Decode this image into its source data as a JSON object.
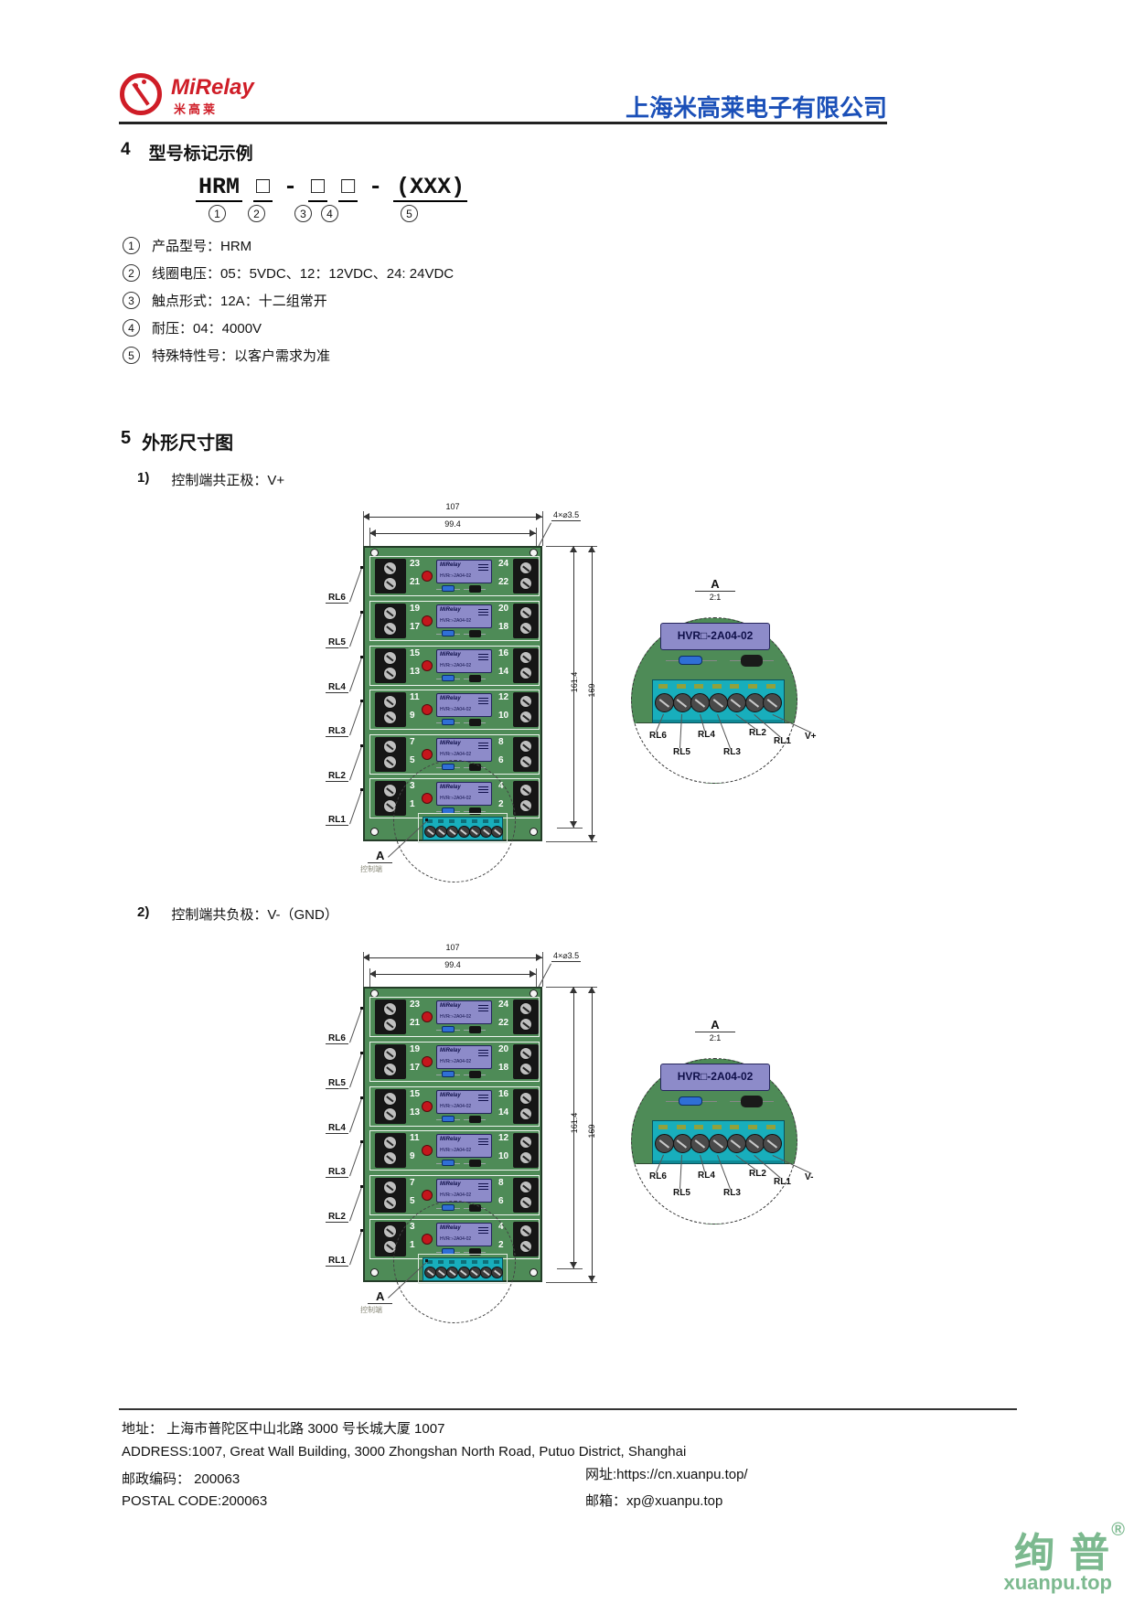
{
  "header": {
    "logo_text": "MiRelay",
    "logo_sub": "米高莱",
    "company_name": "上海米高莱电子有限公司"
  },
  "colors": {
    "logo_red": "#cf1d27",
    "company_blue": "#1b50b8",
    "pcb_green": "#4e8b57",
    "pcb_border": "#243c28",
    "relay_purple": "#8d8bc9",
    "relay_text": "#10104a",
    "teal": "#18aebc",
    "teal_border": "#0a525c",
    "pad_olive": "#93a13b",
    "led_red": "#c4161c",
    "resistor_blue": "#2f6fd6",
    "watermark_green": "#7cb98f"
  },
  "section4": {
    "number": "4",
    "title": "型号标记示例",
    "model_code": {
      "parts": [
        {
          "t": "HRM",
          "u": true
        },
        {
          "t": "□",
          "u": true
        },
        {
          "t": "-",
          "u": false
        },
        {
          "t": "□",
          "u": true
        },
        {
          "t": "□",
          "u": true
        },
        {
          "t": "-",
          "u": false
        },
        {
          "t": "(XXX)",
          "u": true
        }
      ]
    },
    "position_markers": [
      "1",
      "2",
      "3",
      "4",
      "5"
    ],
    "items": [
      {
        "n": "1",
        "text": "产品型号：HRM"
      },
      {
        "n": "2",
        "text": "线圈电压：05：5VDC、12：12VDC、24: 24VDC"
      },
      {
        "n": "3",
        "text": "触点形式：12A：十二组常开"
      },
      {
        "n": "4",
        "text": "耐压：04：4000V"
      },
      {
        "n": "5",
        "text": "特殊特性号：以客户需求为准"
      }
    ]
  },
  "section5": {
    "number": "5",
    "title": "外形尺寸图",
    "subfigures": [
      {
        "index": "1)",
        "caption": "控制端共正极：V+",
        "common_terminal": "V+"
      },
      {
        "index": "2)",
        "caption": "控制端共负极：V-（GND）",
        "common_terminal": "V-"
      }
    ]
  },
  "drawing": {
    "dim_width_outer": "107",
    "dim_width_inner": "99.4",
    "hole_note": "4×⌀3.5",
    "dim_height_inner": "161.4",
    "dim_height_outer": "169",
    "relay_brand": "MiRelay",
    "relay_model": "HVR□-2A04-02",
    "detail": {
      "label": "A",
      "scale": "2:1",
      "relay_model": "HVR□-2A04-02",
      "terminals": [
        "RL6",
        "RL5",
        "RL4",
        "RL3",
        "RL2",
        "RL1"
      ]
    },
    "callout": {
      "label": "A",
      "caption": "控制端"
    },
    "rows": [
      {
        "label": "RL6",
        "terminals_left": [
          "23",
          "21"
        ],
        "terminals_right": [
          "24",
          "22"
        ]
      },
      {
        "label": "RL5",
        "terminals_left": [
          "19",
          "17"
        ],
        "terminals_right": [
          "20",
          "18"
        ]
      },
      {
        "label": "RL4",
        "terminals_left": [
          "15",
          "13"
        ],
        "terminals_right": [
          "16",
          "14"
        ]
      },
      {
        "label": "RL3",
        "terminals_left": [
          "11",
          "9"
        ],
        "terminals_right": [
          "12",
          "10"
        ]
      },
      {
        "label": "RL2",
        "terminals_left": [
          "7",
          "5"
        ],
        "terminals_right": [
          "8",
          "6"
        ]
      },
      {
        "label": "RL1",
        "terminals_left": [
          "3",
          "1"
        ],
        "terminals_right": [
          "4",
          "2"
        ]
      }
    ]
  },
  "footer": {
    "address_cn": "地址： 上海市普陀区中山北路 3000 号长城大厦 1007",
    "address_en": "ADDRESS:1007, Great Wall Building, 3000 Zhongshan North Road, Putuo District, Shanghai",
    "postal_cn": "邮政编码： 200063",
    "postal_en": "POSTAL CODE:200063",
    "website": "网址:https://cn.xuanpu.top/",
    "email": "邮箱：xp@xuanpu.top"
  },
  "watermark": {
    "brand": "绚 普",
    "reg": "®",
    "domain": "xuanpu.top"
  }
}
